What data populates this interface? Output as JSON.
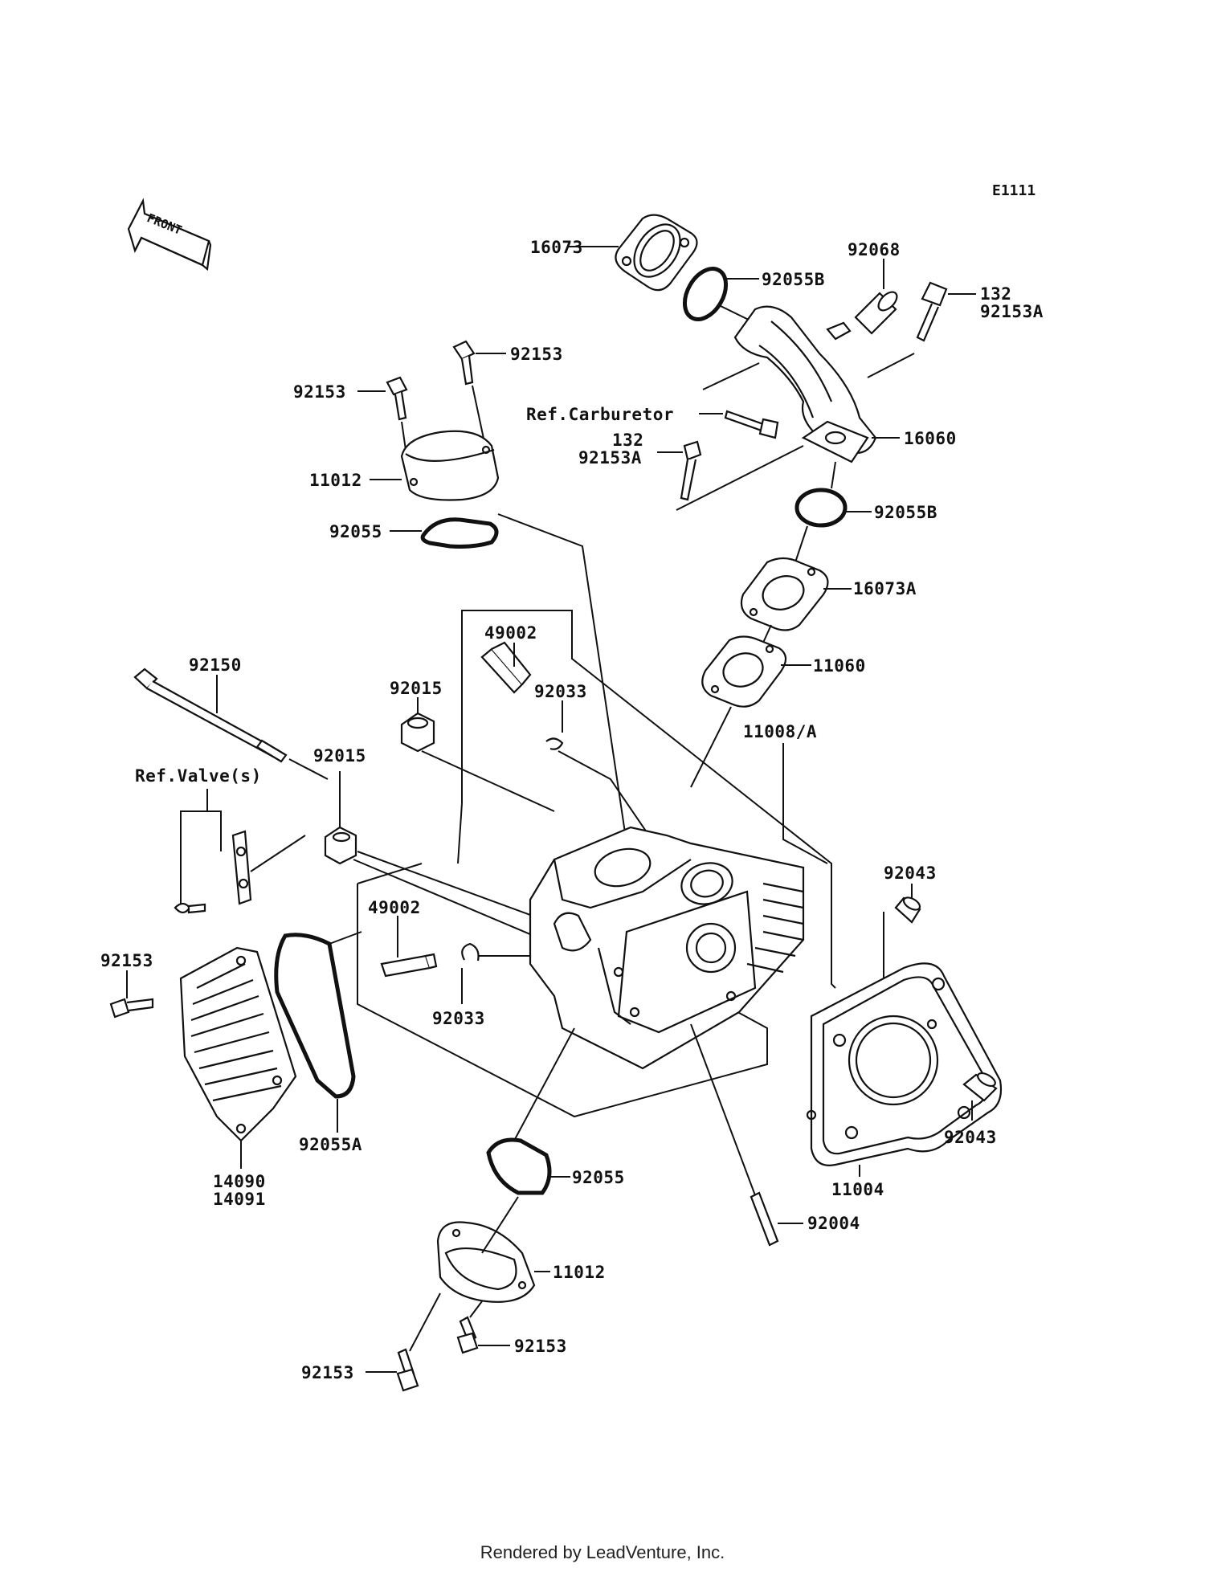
{
  "diagram": {
    "code": "E1111",
    "front_label": "FRONT",
    "labels": {
      "p16073": "16073",
      "p92055B_top": "92055B",
      "p92068": "92068",
      "p132_top": "132",
      "p92153A_top": "92153A",
      "p92153_a": "92153",
      "p92153_b": "92153",
      "ref_carb": "Ref.Carburetor",
      "p132_mid": "132",
      "p92153A_mid": "92153A",
      "p16060": "16060",
      "p11012_top": "11012",
      "p92055B_mid": "92055B",
      "p92055_top": "92055",
      "p16073A": "16073A",
      "p11060": "11060",
      "p49002_top": "49002",
      "p92150": "92150",
      "p92033_top": "92033",
      "p92015_a": "92015",
      "p11008A": "11008/A",
      "p92015_b": "92015",
      "ref_valve": "Ref.Valve(s)",
      "p92043_top": "92043",
      "p49002_mid": "49002",
      "p92153_left": "92153",
      "p92033_mid": "92033",
      "p92055A": "92055A",
      "p14090": "14090",
      "p14091": "14091",
      "p92043_bot": "92043",
      "p11004": "11004",
      "p92055_bot": "92055",
      "p92004": "92004",
      "p11012_bot": "11012",
      "p92153_bot_r": "92153",
      "p92153_bot_l": "92153"
    }
  },
  "footer": "Rendered by LeadVenture, Inc."
}
